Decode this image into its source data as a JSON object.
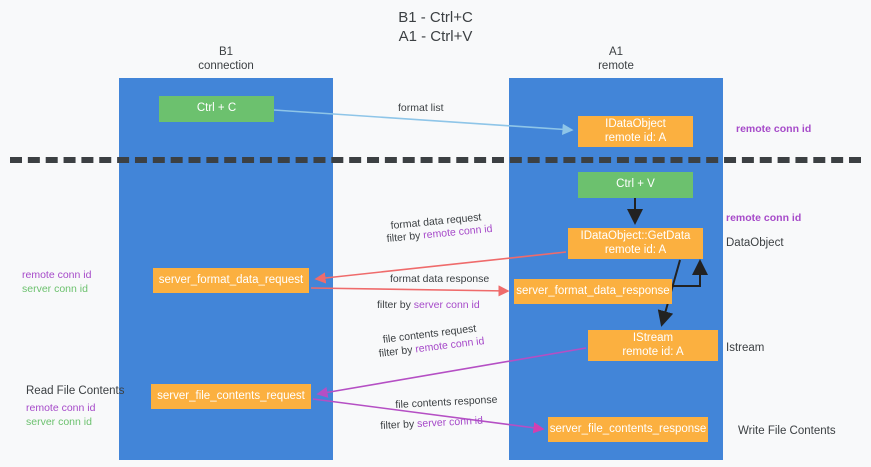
{
  "title": {
    "line1": "B1 - Ctrl+C",
    "line2": "A1 - Ctrl+V"
  },
  "lanes": [
    {
      "id": "b1",
      "name": "B1",
      "sub": "connection"
    },
    {
      "id": "a1",
      "name": "A1",
      "sub": "remote"
    }
  ],
  "nodes": {
    "ctrl_c": {
      "line1": "Ctrl + C",
      "line2": ""
    },
    "idataobject": {
      "line1": "IDataObject",
      "line2": "remote id: A"
    },
    "ctrl_v": {
      "line1": "Ctrl + V",
      "line2": ""
    },
    "getdata": {
      "line1": "IDataObject::GetData",
      "line2": "remote id: A"
    },
    "sfd_request": {
      "line1": "server_format_data_request",
      "line2": ""
    },
    "sfd_response": {
      "line1": "server_format_data_response",
      "line2": ""
    },
    "istream": {
      "line1": "IStream",
      "line2": "remote id: A"
    },
    "sfc_request": {
      "line1": "server_file_contents_request",
      "line2": ""
    },
    "sfc_response": {
      "line1": "server_file_contents_response",
      "line2": ""
    }
  },
  "edge_labels": {
    "format_list": "format list",
    "format_data_request": "format data request",
    "format_data_request_filter_prefix": "filter by ",
    "format_data_request_filter_key": "remote conn id",
    "format_data_response": "format data response",
    "format_data_response_filter_prefix": "filter by ",
    "format_data_response_filter_key": "server conn id",
    "file_contents_request": "file contents request",
    "file_contents_request_filter_prefix": "filter by ",
    "file_contents_request_filter_key": "remote conn id",
    "file_contents_response": "file contents response",
    "file_contents_response_filter_prefix": "filter by ",
    "file_contents_response_filter_key": "server conn id"
  },
  "annotations": {
    "remote_conn_id_top": "remote conn id",
    "remote_conn_id_mid": "remote conn id",
    "dataobject": "DataObject",
    "istream": "Istream",
    "write_file_contents": "Write File Contents",
    "read_file_contents": "Read File Contents",
    "left_remote_conn_id_a": "remote conn id",
    "left_server_conn_id_a": "server conn id",
    "left_remote_conn_id_b": "remote conn id",
    "left_server_conn_id_b": "server conn id"
  },
  "colors": {
    "lane": "#4285d8",
    "green_node": "#6cc16e",
    "orange_node": "#fbb040",
    "purple_text": "#a64ac9",
    "green_text": "#6cc16e",
    "background": "#f8f9fa",
    "divider": "#3c4043",
    "edge_blue": "#8ec5e8",
    "edge_red": "#ef6b6b",
    "edge_magenta": "#d23fb0",
    "edge_purple": "#b54fc4",
    "edge_black": "#222222"
  }
}
